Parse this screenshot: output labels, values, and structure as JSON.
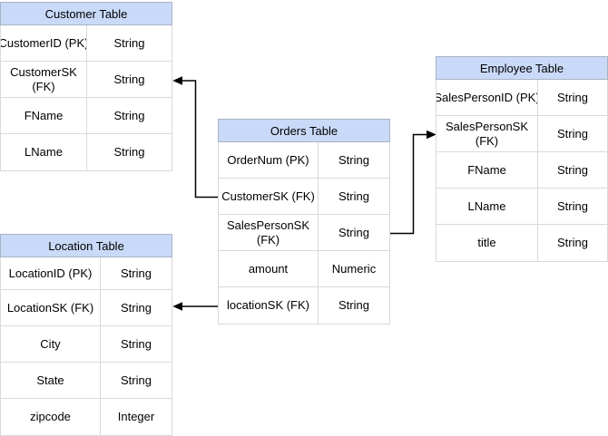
{
  "diagram": {
    "kind": "entity-relationship-diagram",
    "background_color": "#ffffff",
    "header_fill_color": "#C9DAF8",
    "header_border_color": "#A8B2C4",
    "row_border_color": "#D9D9D9",
    "connector_color": "#000000"
  },
  "tables": [
    {
      "id": "customer",
      "title": "Customer Table",
      "rows": [
        {
          "field": "CustomerID (PK)",
          "type": "String"
        },
        {
          "field": "CustomerSK\n(FK)",
          "type": "String"
        },
        {
          "field": "FName",
          "type": "String"
        },
        {
          "field": "LName",
          "type": "String"
        }
      ]
    },
    {
      "id": "orders",
      "title": "Orders Table",
      "rows": [
        {
          "field": "OrderNum (PK)",
          "type": "String"
        },
        {
          "field": "CustomerSK (FK)",
          "type": "String"
        },
        {
          "field": "SalesPersonSK\n(FK)",
          "type": "String"
        },
        {
          "field": "amount",
          "type": "Numeric"
        },
        {
          "field": "locationSK (FK)",
          "type": "String"
        }
      ]
    },
    {
      "id": "employee",
      "title": "Employee Table",
      "rows": [
        {
          "field": "SalesPersonID (PK)",
          "type": "String"
        },
        {
          "field": "SalesPersonSK\n(FK)",
          "type": "String"
        },
        {
          "field": "FName",
          "type": "String"
        },
        {
          "field": "LName",
          "type": "String"
        },
        {
          "field": "title",
          "type": "String"
        }
      ]
    },
    {
      "id": "location",
      "title": "Location Table",
      "rows": [
        {
          "field": "LocationID (PK)",
          "type": "String"
        },
        {
          "field": "LocationSK (FK)",
          "type": "String"
        },
        {
          "field": "City",
          "type": "String"
        },
        {
          "field": "State",
          "type": "String"
        },
        {
          "field": "zipcode",
          "type": "Integer"
        }
      ]
    }
  ],
  "relationships": [
    {
      "from": "Orders Table.CustomerSK (FK)",
      "to": "Customer Table.CustomerSK (FK)"
    },
    {
      "from": "Orders Table.SalesPersonSK (FK)",
      "to": "Employee Table.SalesPersonSK (FK)"
    },
    {
      "from": "Orders Table.locationSK (FK)",
      "to": "Location Table.LocationSK (FK)"
    }
  ]
}
